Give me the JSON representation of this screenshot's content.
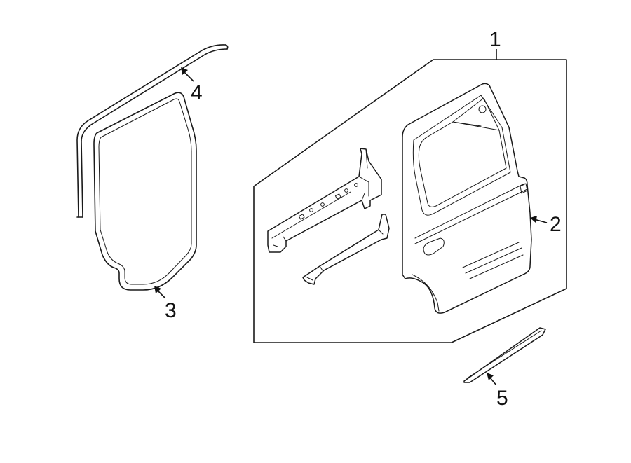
{
  "callouts": {
    "c1": "1",
    "c2": "2",
    "c3": "3",
    "c4": "4",
    "c5": "5"
  },
  "parts": [
    {
      "number": "1",
      "icon": "door-assembly-group-frame"
    },
    {
      "number": "2",
      "icon": "rear-door-shell"
    },
    {
      "number": "3",
      "icon": "door-weatherstrip-seal"
    },
    {
      "number": "4",
      "icon": "roof-rail-weatherstrip"
    },
    {
      "number": "5",
      "icon": "lower-body-molding"
    }
  ],
  "colors": {
    "line": "#1a1a1a",
    "background": "#ffffff"
  }
}
